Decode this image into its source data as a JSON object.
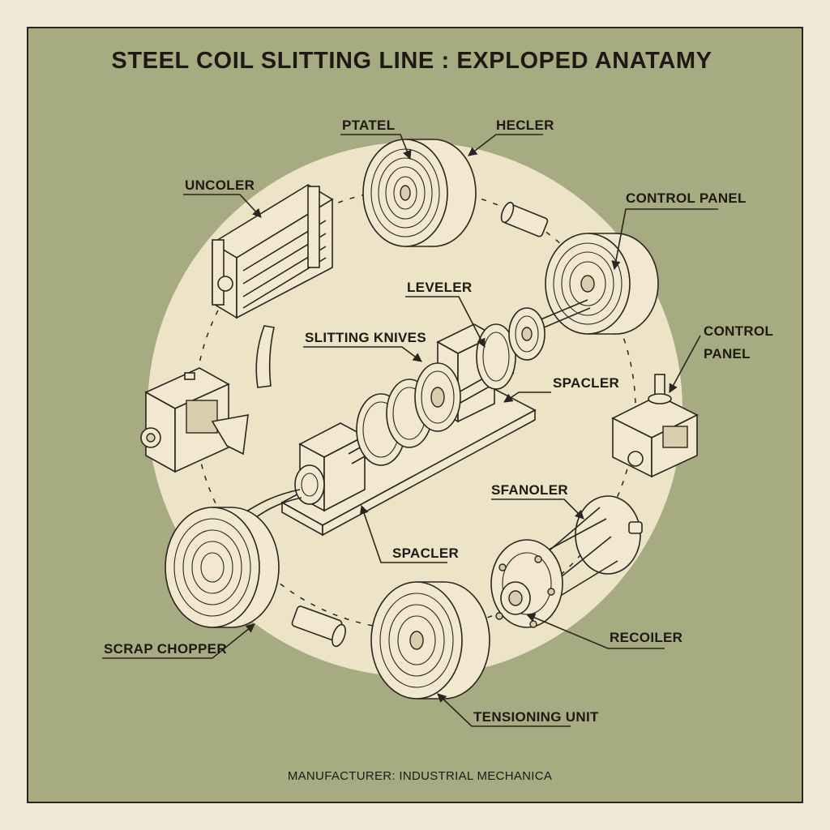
{
  "title": "STEEL COIL SLITTING LINE : EXPLOPED ANATAMY",
  "footer": "MANUFACTURER: INDUSTRIAL MECHANICA",
  "colors": {
    "background": "#a7ab82",
    "paper": "#efe9d6",
    "circle": "#ede3c7",
    "ink": "#2a2520"
  },
  "labels": {
    "ptatel": "PTATEL",
    "hecler": "HECLER",
    "uncoiler": "UNCOLER",
    "control_panel_top": "CONTROL PANEL",
    "leveler": "LEVELER",
    "slitting_knives": "SLITTING KNIVES",
    "control_panel_right_1": "CONTROL",
    "control_panel_right_2": "PANEL",
    "spacler_right": "SPACLER",
    "sfanoler": "SFANOLER",
    "spacler_bottom": "SPACLER",
    "recoiler": "RECOILER",
    "scrap_chopper": "SCRAP CHOPPER",
    "tensioning_unit": "TENSIONING UNIT"
  }
}
